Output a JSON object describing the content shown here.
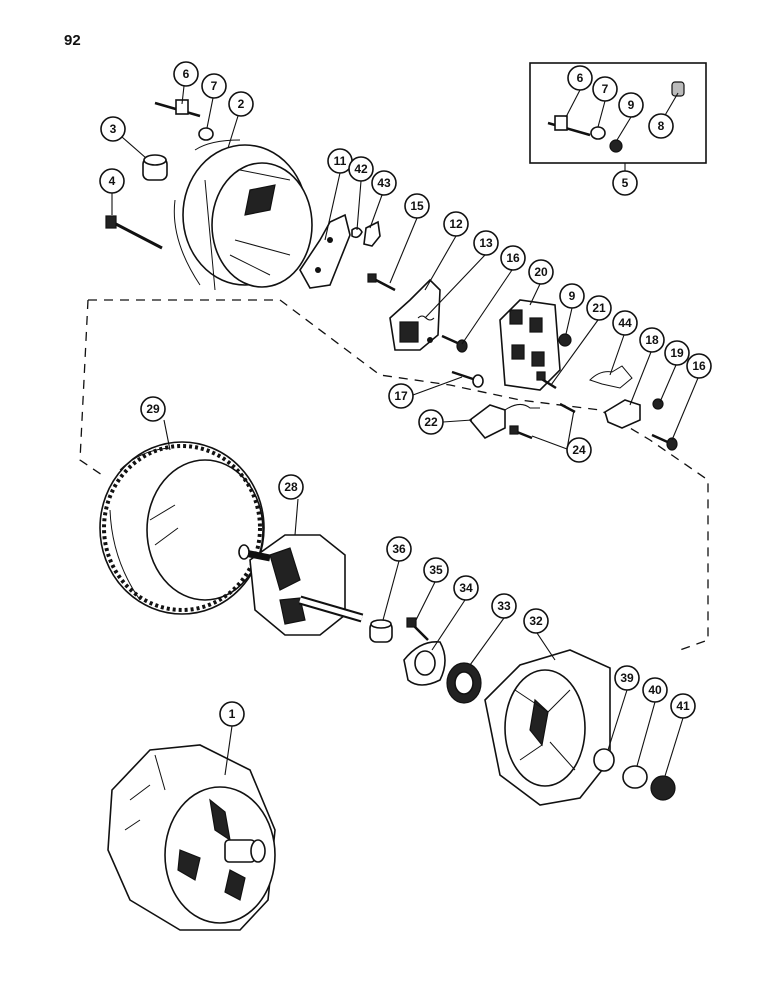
{
  "page_number": "92",
  "callouts": [
    {
      "id": "c6a",
      "label": "6"
    },
    {
      "id": "c7a",
      "label": "7"
    },
    {
      "id": "c2",
      "label": "2"
    },
    {
      "id": "c3",
      "label": "3"
    },
    {
      "id": "c4",
      "label": "4"
    },
    {
      "id": "c11",
      "label": "11"
    },
    {
      "id": "c42",
      "label": "42"
    },
    {
      "id": "c43",
      "label": "43"
    },
    {
      "id": "c15",
      "label": "15"
    },
    {
      "id": "c12",
      "label": "12"
    },
    {
      "id": "c13",
      "label": "13"
    },
    {
      "id": "c16a",
      "label": "16"
    },
    {
      "id": "c20",
      "label": "20"
    },
    {
      "id": "c9a",
      "label": "9"
    },
    {
      "id": "c21",
      "label": "21"
    },
    {
      "id": "c44",
      "label": "44"
    },
    {
      "id": "c18",
      "label": "18"
    },
    {
      "id": "c19",
      "label": "19"
    },
    {
      "id": "c16b",
      "label": "16"
    },
    {
      "id": "c17",
      "label": "17"
    },
    {
      "id": "c22",
      "label": "22"
    },
    {
      "id": "c24",
      "label": "24"
    },
    {
      "id": "c6b",
      "label": "6"
    },
    {
      "id": "c7b",
      "label": "7"
    },
    {
      "id": "c9b",
      "label": "9"
    },
    {
      "id": "c8",
      "label": "8"
    },
    {
      "id": "c5",
      "label": "5"
    },
    {
      "id": "c29",
      "label": "29"
    },
    {
      "id": "c28",
      "label": "28"
    },
    {
      "id": "c36",
      "label": "36"
    },
    {
      "id": "c35",
      "label": "35"
    },
    {
      "id": "c34",
      "label": "34"
    },
    {
      "id": "c33",
      "label": "33"
    },
    {
      "id": "c32",
      "label": "32"
    },
    {
      "id": "c39",
      "label": "39"
    },
    {
      "id": "c40",
      "label": "40"
    },
    {
      "id": "c41",
      "label": "41"
    },
    {
      "id": "c1",
      "label": "1"
    }
  ]
}
